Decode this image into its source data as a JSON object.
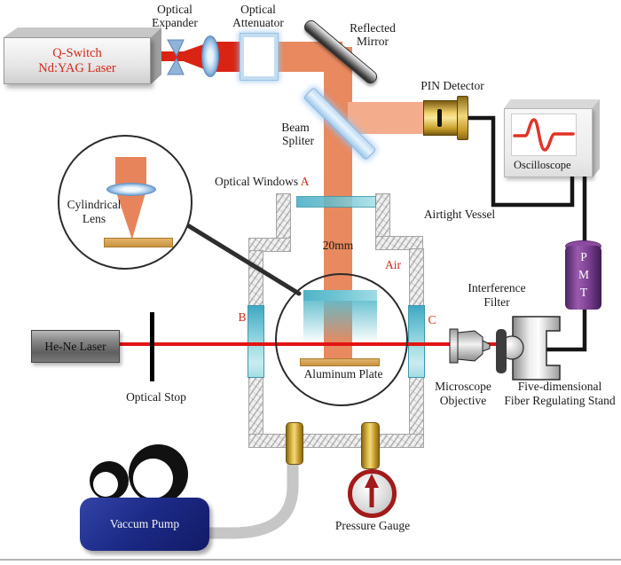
{
  "figure": "Laser optical experiment schematic",
  "colors": {
    "laser_beam_red": "#da2413",
    "beam_salmon": "#e8895f",
    "beam_split_light": "#f3ad8d",
    "hene_beam_red": "#e21414",
    "window_teal": "#5fbccd",
    "pipe_gold": "#d3ab35",
    "pmt_purple": "#7b3f92",
    "pump_blue": "#1d2b88",
    "gauge_red": "#a21a1a",
    "wire_black": "#161616",
    "label_red": "#d6281a"
  },
  "components": {
    "ndyag_laser": {
      "line1": "Q-Switch",
      "line2": "Nd:YAG Laser"
    },
    "optical_expander": {
      "line1": "Optical",
      "line2": "Expander"
    },
    "optical_attenuator": {
      "line1": "Optical",
      "line2": "Attenuator"
    },
    "reflected_mirror": {
      "line1": "Reflected",
      "line2": "Mirror"
    },
    "pin_detector": {
      "label": "PIN Detector"
    },
    "oscilloscope": {
      "label": "Oscilloscope"
    },
    "beam_splitter": {
      "line1": "Beam",
      "line2": "Spliter"
    },
    "optical_windows": {
      "label": "Optical Windows",
      "a": "A",
      "b": "B",
      "c": "C"
    },
    "airtight_vessel": {
      "label": "Airtight Vessel"
    },
    "beam_width": {
      "label": "20mm"
    },
    "air": {
      "label": "Air"
    },
    "cylindrical_lens": {
      "line1": "Cylindrical",
      "line2": "Lens"
    },
    "he_ne_laser": {
      "label": "He-Ne Laser"
    },
    "optical_stop": {
      "label": "Optical Stop"
    },
    "aluminum_plate": {
      "label": "Aluminum Plate"
    },
    "interference_filter": {
      "line1": "Interference",
      "line2": "Filter"
    },
    "microscope_objective": {
      "line1": "Microscope",
      "line2": "Objective"
    },
    "fiber_stand": {
      "line1": "Five-dimensional",
      "line2": "Fiber Regulating Stand"
    },
    "pmt": {
      "letters": [
        "P",
        "M",
        "T"
      ]
    },
    "vacuum_pump": {
      "label": "Vaccum Pump"
    },
    "pressure_gauge": {
      "label": "Pressure Gauge"
    }
  }
}
